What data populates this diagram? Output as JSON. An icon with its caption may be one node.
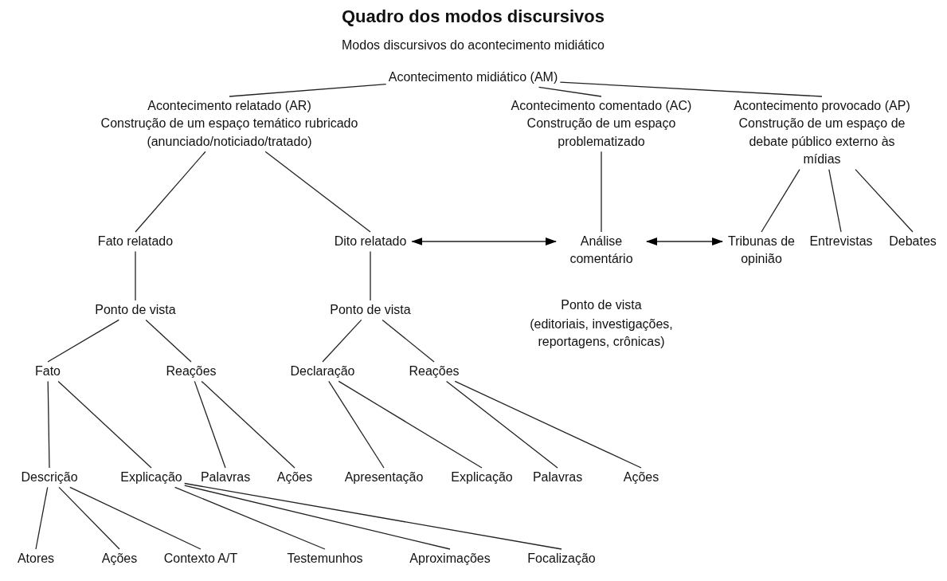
{
  "diagram": {
    "title": "Quadro dos modos discursivos",
    "nodes": [
      {
        "text": [
          "Acontecimento midiático (AM)"
        ]
      },
      {
        "text": [
          "Acontecimento relatado (AR)",
          "Construção de um espaço temático rubricado (anunciado/noticiado/tratado)"
        ]
      },
      {
        "text": [
          "Acontecimento comentado (AC)",
          "Construção de um espaço problematizado"
        ]
      },
      {
        "text": [
          "Acontecimento provocado (AP)",
          "Construção de um espaço de debate público externo às mídias"
        ]
      },
      {
        "text": [
          "Fato relatado"
        ]
      },
      {
        "text": [
          "Dito relatado"
        ]
      },
      {
        "text": [
          "Análise comentário"
        ]
      },
      {
        "text": [
          "Tribunas de opinião"
        ]
      },
      {
        "text": [
          "Entrevistas"
        ]
      },
      {
        "text": [
          "Debates"
        ]
      },
      {
        "text": [
          "Ponto de vista"
        ]
      },
      {
        "text": [
          "Ponto de vista"
        ]
      },
      {
        "text": [
          "Fato"
        ]
      },
      {
        "text": [
          "Reações"
        ]
      },
      {
        "text": [
          "Declaração"
        ]
      },
      {
        "text": [
          "Reações"
        ]
      },
      {
        "text": [
          "Descrição"
        ]
      },
      {
        "text": [
          "Explicação"
        ]
      },
      {
        "text": [
          "Palavras"
        ]
      },
      {
        "text": [
          "Ações"
        ]
      },
      {
        "text": [
          "Apresentação"
        ]
      },
      {
        "text": [
          "Explicação"
        ]
      },
      {
        "text": [
          "Palavras"
        ]
      },
      {
        "text": [
          "Ações"
        ]
      },
      {
        "text": [
          "Atores"
        ]
      },
      {
        "text": [
          "Ações"
        ]
      },
      {
        "text": [
          "Contexto A/T"
        ]
      },
      {
        "text": [
          "Testemunhos"
        ]
      },
      {
        "text": [
          "Aproximações"
        ]
      },
      {
        "text": [
          "Focalização"
        ]
      }
    ],
    "edges": [
      {
        "from": 0,
        "to": 1,
        "arrow": "none"
      },
      {
        "from": 0,
        "to": 2,
        "arrow": "none"
      },
      {
        "from": 0,
        "to": 3,
        "arrow": "none"
      },
      {
        "from": 1,
        "to": 4,
        "arrow": "none"
      },
      {
        "from": 1,
        "to": 5,
        "arrow": "none"
      },
      {
        "from": 2,
        "to": 6,
        "arrow": "none"
      },
      {
        "from": 3,
        "to": 7,
        "arrow": "none"
      },
      {
        "from": 3,
        "to": 8,
        "arrow": "none"
      },
      {
        "from": 3,
        "to": 9,
        "arrow": "none"
      },
      {
        "from": 5,
        "to": 6,
        "arrow": "both"
      },
      {
        "from": 6,
        "to": 7,
        "arrow": "both"
      },
      {
        "from": 4,
        "to": 10,
        "arrow": "none"
      },
      {
        "from": 5,
        "to": 11,
        "arrow": "none"
      },
      {
        "from": 10,
        "to": 12,
        "arrow": "none"
      },
      {
        "from": 10,
        "to": 13,
        "arrow": "none"
      },
      {
        "from": 11,
        "to": 14,
        "arrow": "none"
      },
      {
        "from": 11,
        "to": 15,
        "arrow": "none"
      },
      {
        "from": 12,
        "to": 16,
        "arrow": "none"
      },
      {
        "from": 12,
        "to": 17,
        "arrow": "none"
      },
      {
        "from": 13,
        "to": 18,
        "arrow": "none"
      },
      {
        "from": 13,
        "to": 19,
        "arrow": "none"
      },
      {
        "from": 14,
        "to": 20,
        "arrow": "none"
      },
      {
        "from": 14,
        "to": 21,
        "arrow": "none"
      },
      {
        "from": 15,
        "to": 22,
        "arrow": "none"
      },
      {
        "from": 15,
        "to": 23,
        "arrow": "none"
      },
      {
        "from": 16,
        "to": 24,
        "arrow": "none"
      },
      {
        "from": 16,
        "to": 25,
        "arrow": "none"
      },
      {
        "from": 16,
        "to": 26,
        "arrow": "none"
      },
      {
        "from": 17,
        "to": 27,
        "arrow": "none"
      },
      {
        "from": 17,
        "to": 28,
        "arrow": "none"
      },
      {
        "from": 17,
        "to": 29,
        "arrow": "none"
      }
    ],
    "labels": [
      "Modos discursivos do acontecimento midiático",
      "Ponto de vista",
      "(editoriais, investigações, reportagens, crônicas)"
    ]
  }
}
